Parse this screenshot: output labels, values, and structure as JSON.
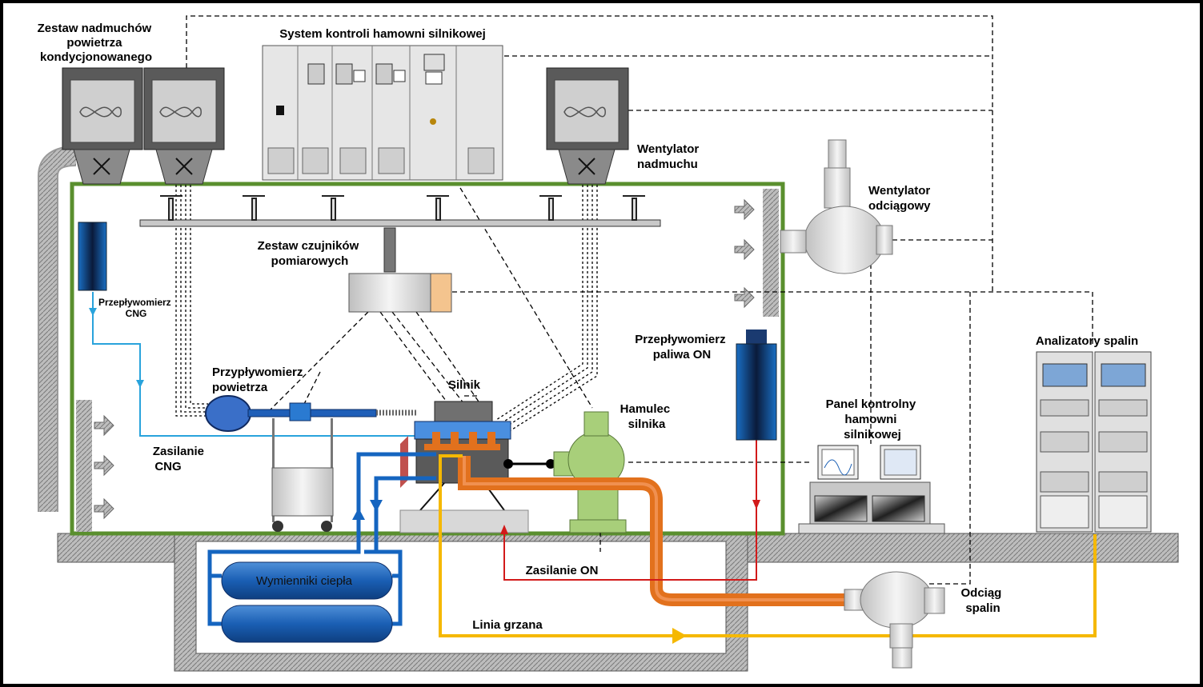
{
  "labels": {
    "air_blowers": [
      "Zestaw nadmuchów",
      "powietrza",
      "kondycjonowanego"
    ],
    "control_system": "System kontroli hamowni silnikowej",
    "blower_fan": [
      "Wentylator",
      "nadmuchu"
    ],
    "exhaust_fan": [
      "Wentylator",
      "odciągowy"
    ],
    "sensor_set": [
      "Zestaw czujników",
      "pomiarowych"
    ],
    "cng_flowmeter": [
      "Przepływomierz",
      "CNG"
    ],
    "air_flowmeter": [
      "Przypływomierz",
      "powietrza"
    ],
    "engine": "Silnik",
    "brake": [
      "Hamulec",
      "silnika"
    ],
    "fuel_flowmeter": [
      "Przepływomierz",
      "paliwa ON"
    ],
    "control_panel": [
      "Panel kontrolny",
      "hamowni",
      "silnikowej"
    ],
    "gas_analyzers": "Analizatory spalin",
    "cng_supply": [
      "Zasilanie",
      "CNG"
    ],
    "heat_exchangers": "Wymienniki ciepła",
    "on_supply": "Zasilanie ON",
    "heated_line": "Linia grzana",
    "exhaust_extraction": [
      "Odciąg",
      "spalin"
    ]
  },
  "colors": {
    "room_wall": "#5a8f2e",
    "cng_line": "#29a3dc",
    "fuel_line": "#d21a1a",
    "exhaust_pipe": "#e2711d",
    "heated_line": "#f5b800",
    "coolant": "#1565c0",
    "brake": "#a8cf7a",
    "floor": "#a9a9a9"
  }
}
